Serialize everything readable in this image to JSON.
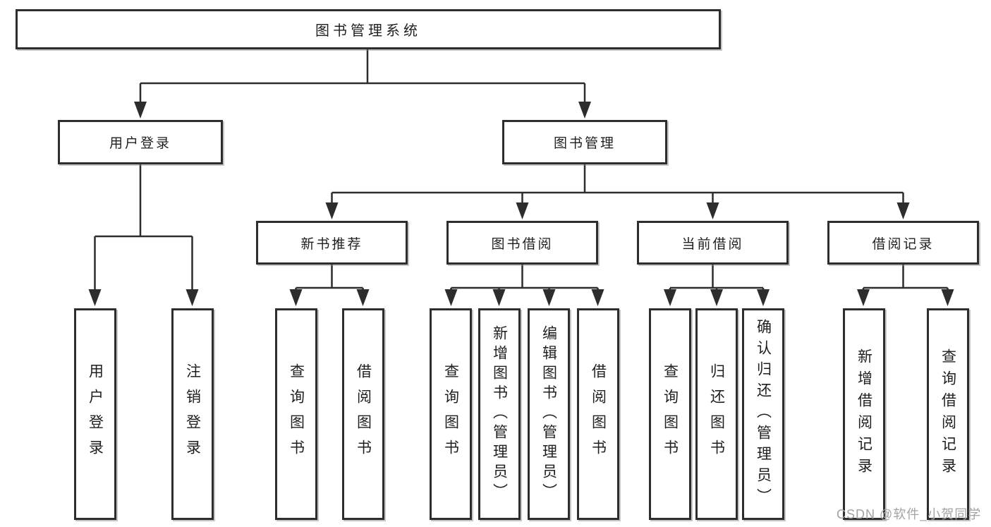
{
  "tree": {
    "root": "图书管理系统",
    "branches": [
      {
        "label": "用户登录",
        "leaves": [
          "用户登录",
          "注销登录"
        ]
      },
      {
        "label": "图书管理",
        "groups": [
          {
            "label": "新书推荐",
            "leaves": [
              "查询图书",
              "借阅图书"
            ]
          },
          {
            "label": "图书借阅",
            "leaves": [
              "查询图书",
              "新增图书（管理员）",
              "编辑图书（管理员）",
              "借阅图书"
            ]
          },
          {
            "label": "当前借阅",
            "leaves": [
              "查询图书",
              "归还图书",
              "确认归还（管理员）"
            ]
          },
          {
            "label": "借阅记录",
            "leaves": [
              "新增借阅记录",
              "查询借阅记录"
            ]
          }
        ]
      }
    ]
  },
  "colors": {
    "line": "#2d2d2d",
    "box_border": "#2d2d2d",
    "text": "#1f1f1f",
    "watermark": "#a3a3a3"
  },
  "watermark": {
    "text": "CSDN @软件_小贺同学"
  }
}
